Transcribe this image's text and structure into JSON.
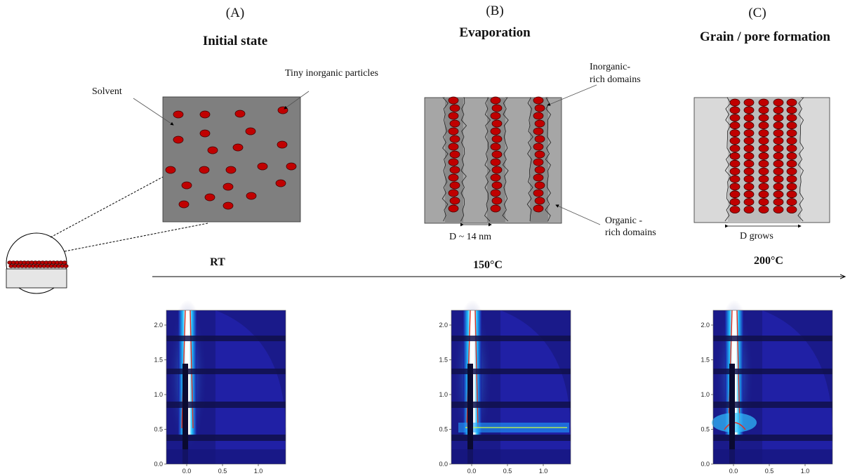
{
  "panels": [
    {
      "letter": "(A)",
      "title": "Initial state"
    },
    {
      "letter": "(B)",
      "title": "Evaporation"
    },
    {
      "letter": "(C)",
      "title": "Grain / pore  formation"
    }
  ],
  "annotations": {
    "solvent": "Solvent",
    "particles": "Tiny inorganic particles",
    "inorganic_1": "Inorganic-",
    "inorganic_2": "rich domains",
    "organic_1": "Organic -",
    "organic_2": "rich domains",
    "d_spacing": "D ~ 14 nm",
    "d_grows": "D grows"
  },
  "temperatures": {
    "rt": "RT",
    "t150": "150°C",
    "t200": "200°C"
  },
  "gisaxs_axes": {
    "y_ticks": [
      "0.0",
      "0.5",
      "1.0",
      "1.5",
      "2.0"
    ],
    "x_ticks": [
      "0.0",
      "0.5",
      "1.0"
    ]
  },
  "colors": {
    "particle": "#c00000",
    "solvent_box": "#7f7f7f",
    "domain_box": "#a6a6a6",
    "pore_box": "#d9d9d9",
    "detector_bg": "#1a1a8a"
  }
}
